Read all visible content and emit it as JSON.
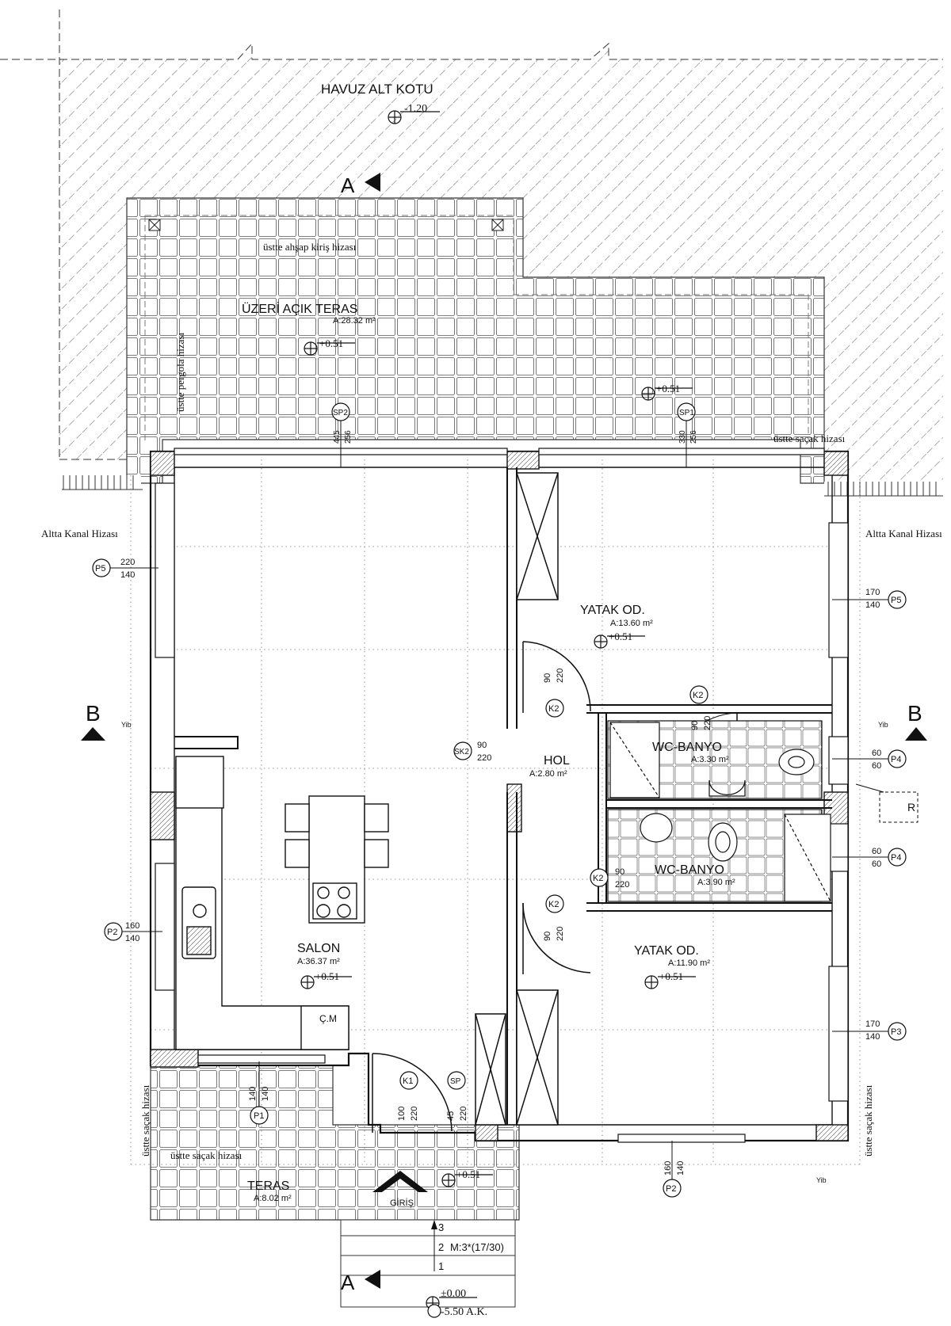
{
  "labels": {
    "pool_level_title": "HAVUZ ALT KOTU",
    "pool_level": "-1.20",
    "section_a": "A",
    "section_b": "B",
    "beam_line": "üstte ahşap kiriş hizası",
    "pergola_line": "üstte pergola hizası",
    "eave_line": "üstte saçak hizası",
    "channel_line": "Altta Kanal Hizası",
    "yib": "Yib",
    "r_label": "R",
    "entrance": "GİRİŞ",
    "stair_1": "1",
    "stair_2": "2",
    "stair_3": "3",
    "stair_spec": "M:3*(17/30)",
    "ground_level": "±0.00",
    "absolute_level": "-5.50 A.K.",
    "cm": "Ç.M"
  },
  "rooms": {
    "open_terrace": {
      "name": "ÜZERİ AÇIK TERAS",
      "area": "A:28.32 m²",
      "level": "+0.51",
      "level2": "+0.51"
    },
    "salon": {
      "name": "SALON",
      "area": "A:36.37 m²",
      "level": "+0.51"
    },
    "bedroom1": {
      "name": "YATAK OD.",
      "area": "A:13.60 m²",
      "level": "+0.51"
    },
    "bedroom2": {
      "name": "YATAK OD.",
      "area": "A:11.90 m²",
      "level": "+0.51"
    },
    "hall": {
      "name": "HOL",
      "area": "A:2.80 m²"
    },
    "wc1": {
      "name": "WC-BANYO",
      "area": "A:3.30 m²"
    },
    "wc2": {
      "name": "WC-BANYO",
      "area": "A:3.90 m²"
    },
    "terrace": {
      "name": "TERAS",
      "area": "A:8.02 m²",
      "level": "+0.51"
    }
  },
  "tags": {
    "sp2": {
      "code": "SP2",
      "w": "445",
      "h": "256"
    },
    "sp1": {
      "code": "SP1",
      "w": "330",
      "h": "256"
    },
    "p5_left": {
      "code": "P5",
      "w": "220",
      "h": "140"
    },
    "p5_right": {
      "code": "P5",
      "w": "170",
      "h": "140"
    },
    "p2_left": {
      "code": "P2",
      "w": "160",
      "h": "140"
    },
    "p4_top": {
      "code": "P4",
      "w": "60",
      "h": "60"
    },
    "p4_bottom": {
      "code": "P4",
      "w": "60",
      "h": "60"
    },
    "p3": {
      "code": "P3",
      "w": "170",
      "h": "140"
    },
    "p1": {
      "code": "P1",
      "w": "140",
      "h": "140"
    },
    "p2_bottom": {
      "code": "P2",
      "w": "160",
      "h": "140"
    },
    "k2_bed1": {
      "code": "K2",
      "w": "90",
      "h": "220"
    },
    "k2_wc1": {
      "code": "K2",
      "w": "90",
      "h": "220"
    },
    "sk2": {
      "code": "SK2",
      "w": "90",
      "h": "220"
    },
    "k2_wc2": {
      "code": "K2",
      "w": "90",
      "h": "220"
    },
    "k2_bed2": {
      "code": "K2",
      "w": "90",
      "h": "220"
    },
    "k1": {
      "code": "K1",
      "w": "100",
      "h": "220"
    },
    "sp": {
      "code": "SP",
      "w": "45",
      "h": "220"
    }
  }
}
